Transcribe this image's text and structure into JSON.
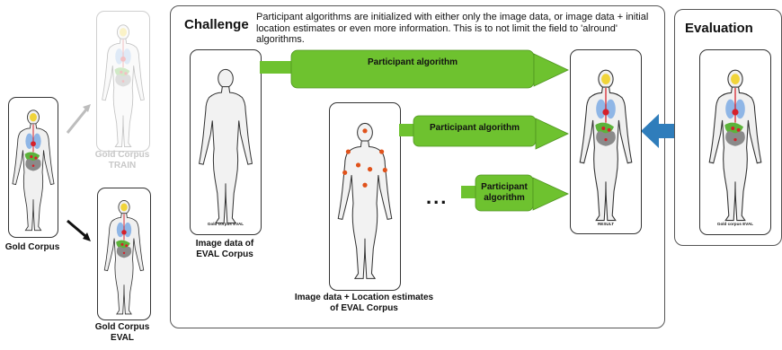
{
  "gold": {
    "label": "Gold Corpus",
    "train_label": "Gold Corpus\nTRAIN",
    "eval_label": "Gold Corpus\nEVAL"
  },
  "challenge": {
    "title": "Challenge",
    "description": "Participant algorithms are initialized with either only the image data, or image data + initial location estimates or even more information. This is to not limit the field to 'alround' algorithms.",
    "eval_card_caption": "Gold corpus EVAL",
    "image_data_label": "Image data of\nEVAL Corpus",
    "location_label": "Image data + Location estimates\nof EVAL Corpus",
    "algorithms": [
      "Participant algorithm",
      "Participant algorithm",
      "Participant\nalgorithm"
    ],
    "ellipsis": "...",
    "result_caption": "RESULT"
  },
  "evaluation": {
    "title": "Evaluation",
    "card_caption": "Gold corpus EVAL"
  },
  "colors": {
    "arrow_green": "#6ec22f",
    "arrow_green_dark": "#4f9420",
    "double_arrow_blue": "#2f7dbb",
    "marker_orange": "#e0521b",
    "organ_yellow": "#f0d43a",
    "organ_blue": "#8fb6e6",
    "organ_red": "#d6202a",
    "organ_green": "#5cb33a",
    "organ_grey": "#8a8a8a"
  },
  "icons": [
    "human-body-icon",
    "organs-icon",
    "location-marker-icon",
    "right-arrow-icon",
    "double-arrow-icon"
  ]
}
